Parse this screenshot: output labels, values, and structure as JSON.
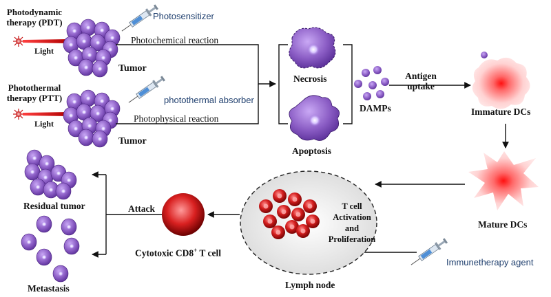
{
  "pdt": {
    "line1": "Photodynamic",
    "line2": "therapy (PDT)",
    "light": "Light",
    "agent": "Photosensitizer",
    "reaction": "Photochemical  reaction",
    "tumor": "Tumor"
  },
  "ptt": {
    "line1": "Photothermal",
    "line2": "therapy (PTT)",
    "light": "Light",
    "agent": "photothermal absorber",
    "reaction": "Photophysical reaction",
    "tumor": "Tumor"
  },
  "death": {
    "necrosis": "Necrosis",
    "apoptosis": "Apoptosis",
    "damps": "DAMPs"
  },
  "antigen": {
    "line1": "Antigen",
    "line2": "uptake"
  },
  "dcs": {
    "immature": "Immature DCs",
    "mature": "Mature DCs"
  },
  "lymph": {
    "label": "Lymph node",
    "tcell": [
      "T cell",
      "Activation",
      "and",
      "Proliferation"
    ]
  },
  "immuno": {
    "agent": "Immunetherapy agent"
  },
  "ctl": {
    "label_pre": "Cytotoxic CD8",
    "sup": "+",
    "label_post": " T cell",
    "attack": "Attack"
  },
  "outcomes": {
    "residual": "Residual tumor",
    "metastasis": "Metastasis"
  },
  "colors": {
    "cell": "#8a5cc4",
    "nucleus": "#d9c6ff",
    "red": "#d41e1e",
    "dc": "#ff5a5a",
    "agent_text": "#1f3f6e"
  }
}
